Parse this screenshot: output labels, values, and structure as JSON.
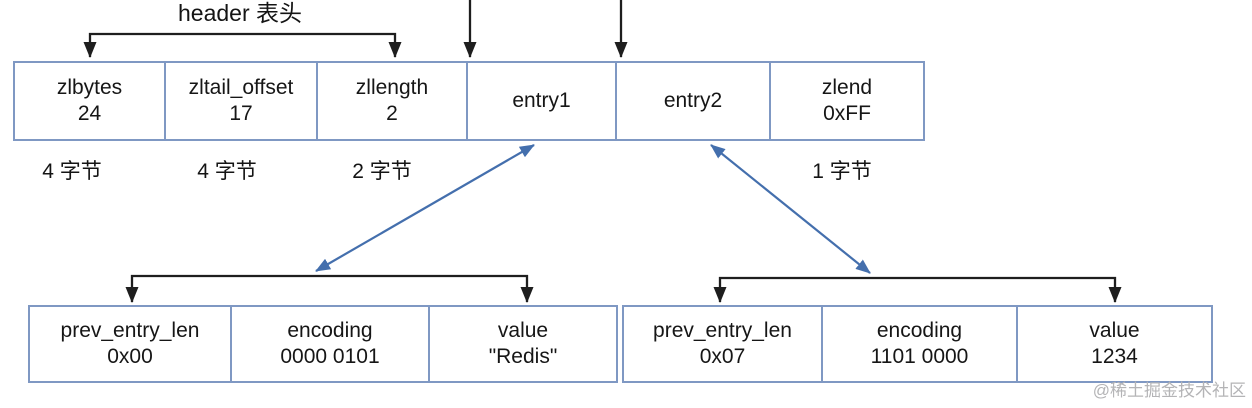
{
  "header_label": "header 表头",
  "top_table": {
    "cells": [
      {
        "name": "zlbytes",
        "value": "24"
      },
      {
        "name": "zltail_offset",
        "value": "17"
      },
      {
        "name": "zllength",
        "value": "2"
      },
      {
        "name": "entry1",
        "value": ""
      },
      {
        "name": "entry2",
        "value": ""
      },
      {
        "name": "zlend",
        "value": "0xFF"
      }
    ]
  },
  "byte_labels": [
    "4 字节",
    "4 字节",
    "2 字节",
    "1 字节"
  ],
  "entry1_table": {
    "cells": [
      {
        "name": "prev_entry_len",
        "value": "0x00"
      },
      {
        "name": "encoding",
        "value": "0000 0101"
      },
      {
        "name": "value",
        "value": "\"Redis\""
      }
    ]
  },
  "entry2_table": {
    "cells": [
      {
        "name": "prev_entry_len",
        "value": "0x07"
      },
      {
        "name": "encoding",
        "value": "1101 0000"
      },
      {
        "name": "value",
        "value": "1234"
      }
    ]
  },
  "watermark": "@稀土掘金技术社区",
  "colors": {
    "table_border": "#7f98c3",
    "black_arrow": "#1e1e1e",
    "blue_arrow": "#446fad",
    "watermark_gray": "#b4b4b6"
  }
}
